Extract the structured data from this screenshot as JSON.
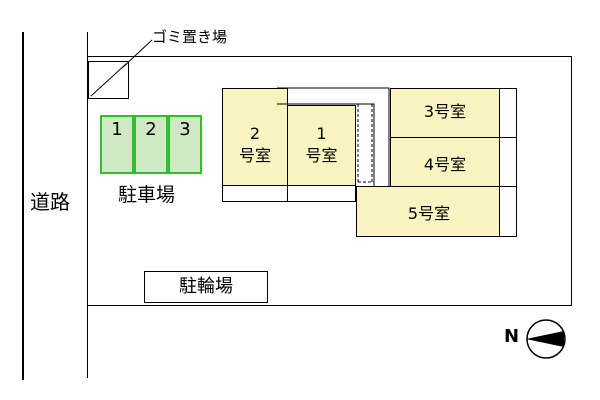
{
  "road": {
    "label": "道路"
  },
  "garbage": {
    "label": "ゴミ置き場"
  },
  "parking": {
    "label": "駐車場",
    "spots": [
      "1",
      "2",
      "3"
    ]
  },
  "bicycle_parking": {
    "label": "駐輪場"
  },
  "units": {
    "u1": {
      "num": "1",
      "suffix": "号室"
    },
    "u2": {
      "num": "2",
      "suffix": "号室"
    },
    "u3": {
      "label": "3号室"
    },
    "u4": {
      "label": "4号室"
    },
    "u5": {
      "label": "5号室"
    }
  },
  "compass": {
    "north": "N"
  },
  "colors": {
    "room_fill": "#faf4c0",
    "parking_fill": "#cfe9c5",
    "parking_border": "#2fbf2f"
  }
}
